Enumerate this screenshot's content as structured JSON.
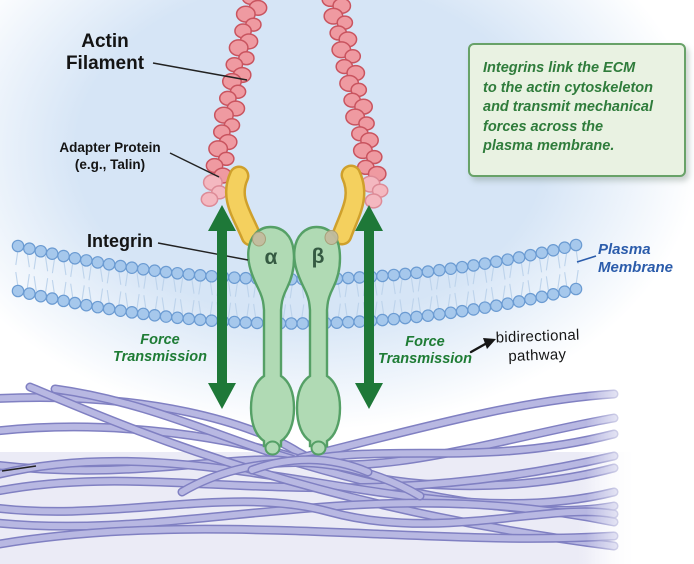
{
  "labels": {
    "actin": {
      "line1": "Actin",
      "line2": "Filament"
    },
    "adapter": {
      "line1": "Adapter Protein",
      "line2": "(e.g., Talin)"
    },
    "integrin": "Integrin",
    "alpha": "α",
    "beta": "β",
    "force_left": {
      "line1": "Force",
      "line2": "Transmission"
    },
    "force_right": {
      "line1": "Force",
      "line2": "Transmission"
    },
    "plasma_membrane": {
      "line1": "Plasma",
      "line2": "Membrane"
    }
  },
  "callout": {
    "line1": "Integrins link the ECM",
    "line2": "to the actin cytoskeleton",
    "line3": "and transmit mechanical",
    "line4": "forces across the",
    "line5": "plasma membrane."
  },
  "handwritten_note": {
    "line1": "bidirectional",
    "line2": "pathway"
  },
  "colors": {
    "force_arrow_green": "#1e7838",
    "force_label_green": "#1e7c35",
    "callout_bg": "#e9f2e2",
    "callout_border": "#68a268",
    "callout_text": "#2f7c3b",
    "plasma_label_blue": "#2b5cab",
    "membrane_head_blue": "#a6c8ec",
    "actin_pink": "#ef9aa1",
    "adapter_yellow": "#f4d05e",
    "integrin_green": "#b0dab4",
    "ecm_fiber_purple": "#b8b8e2",
    "cell_background_blue": "#d6e5f6"
  }
}
